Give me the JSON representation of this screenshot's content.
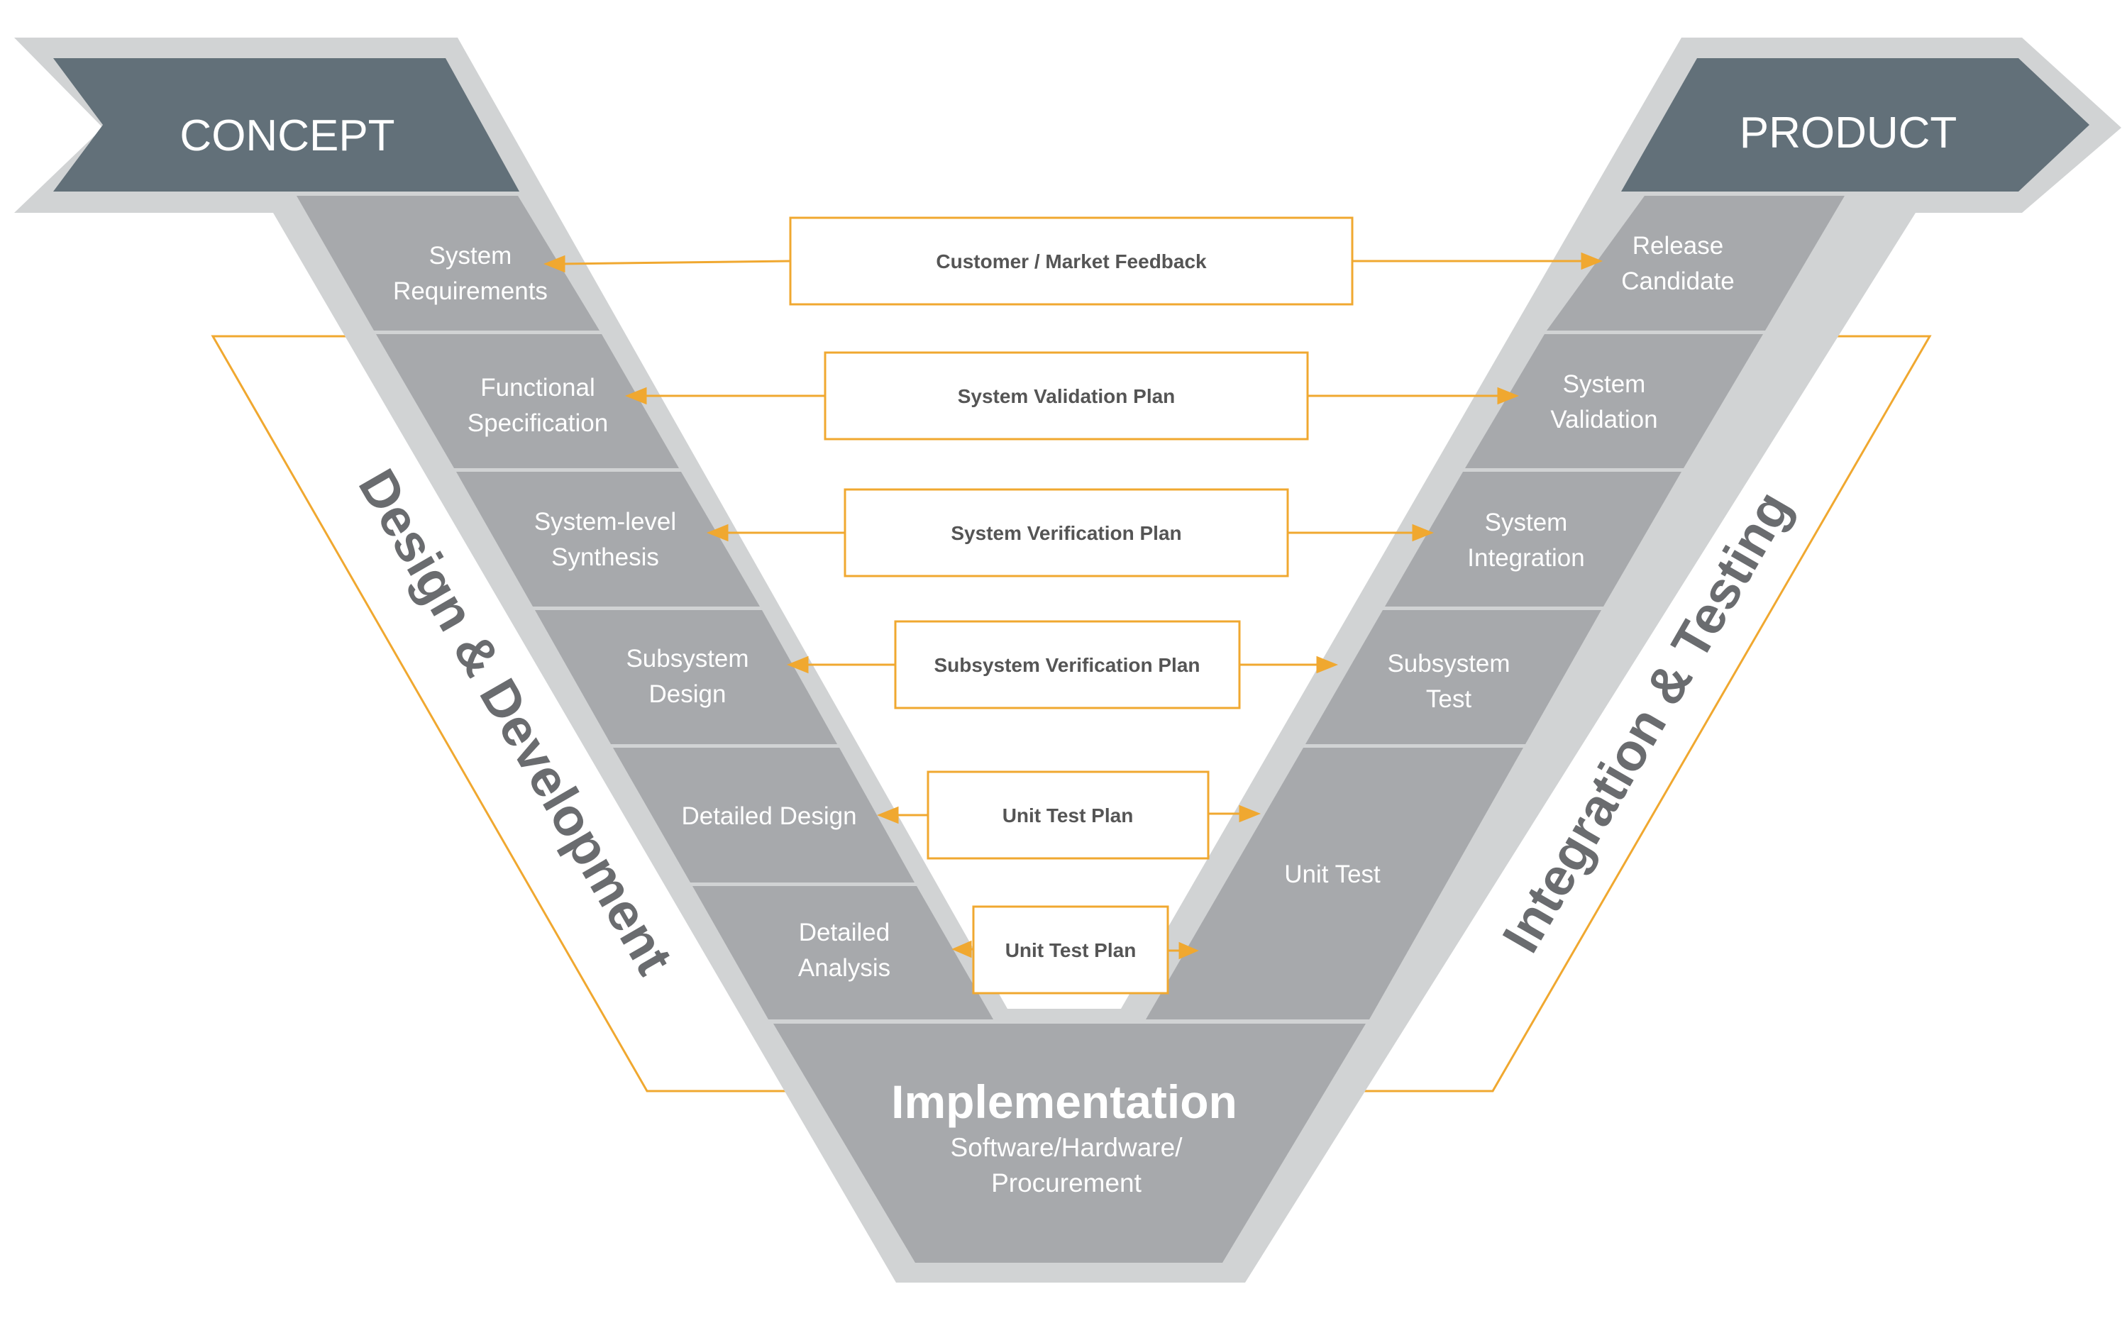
{
  "banners": {
    "concept": "CONCEPT",
    "product": "PRODUCT"
  },
  "phases": {
    "design": "Design & Development",
    "integration": "Integration & Testing"
  },
  "left_steps": [
    [
      "System",
      "Requirements"
    ],
    [
      "Functional",
      "Specification"
    ],
    [
      "System-level",
      "Synthesis"
    ],
    [
      "Subsystem",
      "Design"
    ],
    [
      "Detailed Design"
    ],
    [
      "Detailed",
      "Analysis"
    ]
  ],
  "right_steps": [
    [
      "Release",
      "Candidate"
    ],
    [
      "System",
      "Validation"
    ],
    [
      "System",
      "Integration"
    ],
    [
      "Subsystem",
      "Test"
    ],
    [
      "Unit Test"
    ]
  ],
  "plans": [
    "Customer / Market Feedback",
    "System Validation Plan",
    "System Verification Plan",
    "Subsystem Verification Plan",
    "Unit Test Plan",
    "Unit Test Plan"
  ],
  "implementation": {
    "title": "Implementation",
    "subtitle_lines": [
      "Software/Hardware/",
      "Procurement"
    ]
  },
  "colors": {
    "band": "#a7a9ac",
    "frame": "#d1d3d4",
    "banner": "#627079",
    "accent": "#f0a830",
    "phase_text": "#6a6c6f",
    "plan_text": "#555555"
  }
}
